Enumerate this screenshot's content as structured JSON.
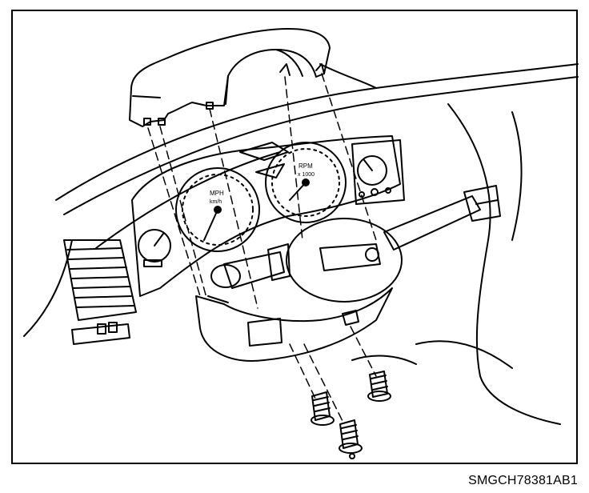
{
  "figure": {
    "code": "SMGCH78381AB1",
    "gauge_labels": {
      "speedometer_unit": "MPH",
      "speedometer_unit_2": "km/h",
      "tachometer_unit": "RPM",
      "tachometer_scale": "x 1000"
    }
  }
}
